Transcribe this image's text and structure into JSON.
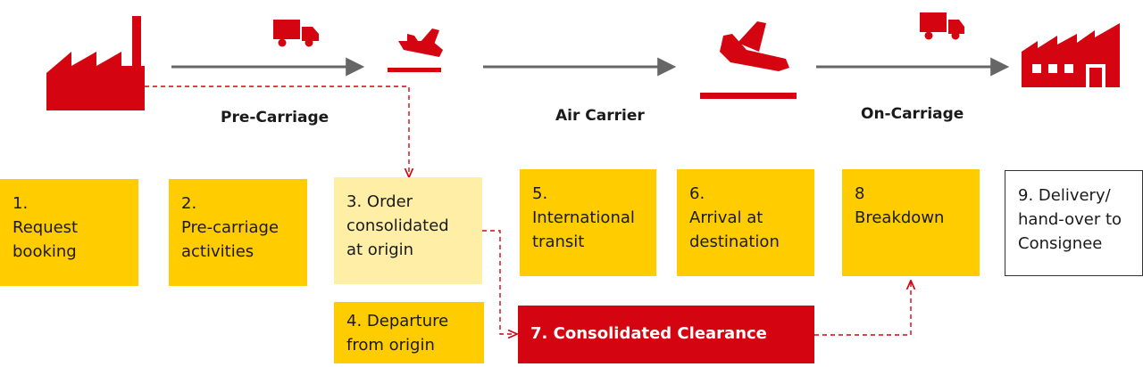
{
  "colors": {
    "red": "#D40511",
    "yellow": "#FFCC00",
    "pale_yellow": "#FFEFA6",
    "grey_arrow": "#666666",
    "text": "#1a1a1a"
  },
  "icons": [
    "factory-icon",
    "truck-icon",
    "plane-departure-icon",
    "plane-arrival-icon",
    "warehouse-icon"
  ],
  "stages": {
    "pre_carriage": "Pre-Carriage",
    "air_carrier": "Air Carrier",
    "on_carriage": "On-Carriage"
  },
  "steps": {
    "s1": [
      "1.",
      "Request",
      "booking"
    ],
    "s2": [
      "2.",
      "Pre-carriage",
      "activities"
    ],
    "s3": [
      "3. Order",
      "consolidated",
      "at origin"
    ],
    "s4": [
      "4. Departure",
      "from origin"
    ],
    "s5": [
      "5.",
      "International",
      "transit"
    ],
    "s6": [
      "6.",
      "Arrival at",
      "destination"
    ],
    "s7": [
      "7. Consolidated Clearance"
    ],
    "s8": [
      "8",
      "Breakdown"
    ],
    "s9": [
      "9. Delivery/",
      "hand-over to",
      "Consignee"
    ]
  }
}
